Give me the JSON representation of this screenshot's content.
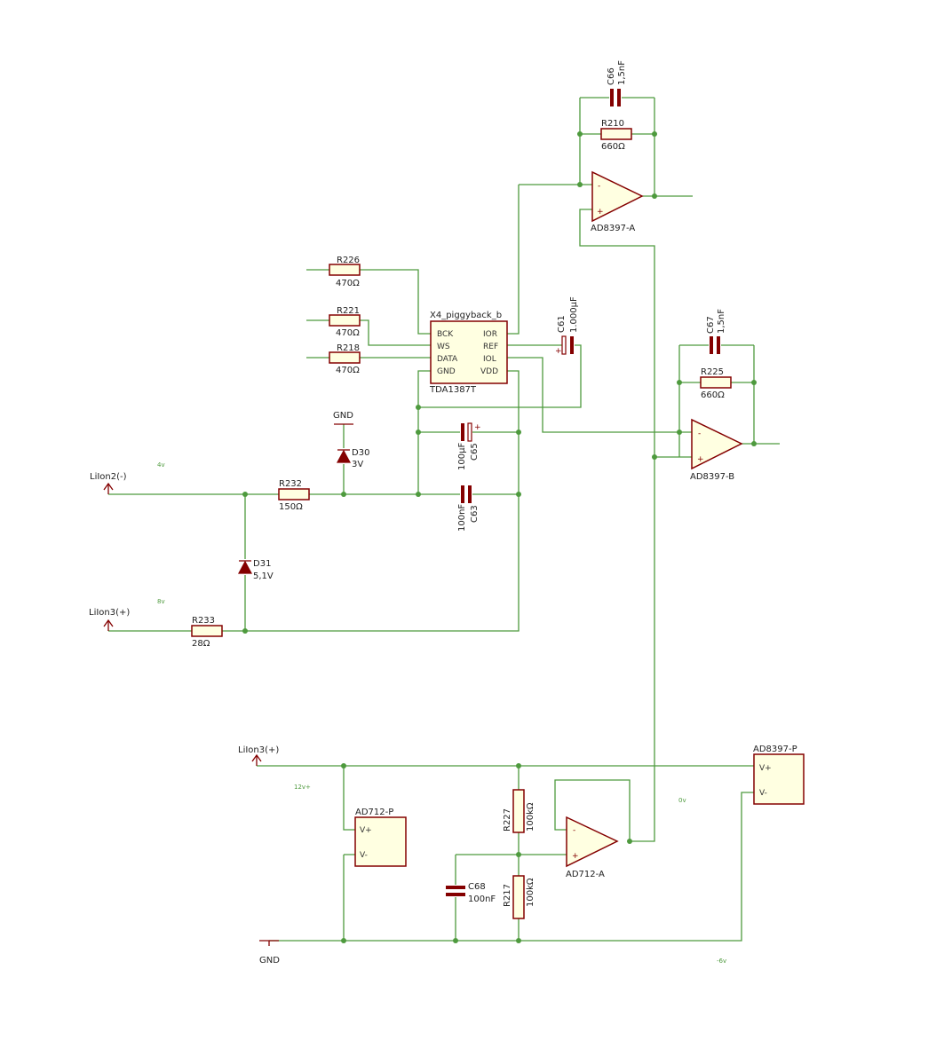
{
  "resistors": {
    "r226": {
      "ref": "R226",
      "value": "470Ω"
    },
    "r221": {
      "ref": "R221",
      "value": "470Ω"
    },
    "r218": {
      "ref": "R218",
      "value": "470Ω"
    },
    "r210": {
      "ref": "R210",
      "value": "660Ω"
    },
    "r225": {
      "ref": "R225",
      "value": "660Ω"
    },
    "r232": {
      "ref": "R232",
      "value": "150Ω"
    },
    "r233": {
      "ref": "R233",
      "value": "28Ω"
    },
    "r227": {
      "ref": "R227",
      "value": "100kΩ"
    },
    "r217": {
      "ref": "R217",
      "value": "100kΩ"
    }
  },
  "capacitors": {
    "c66": {
      "ref": "C66",
      "value": "1,5nF"
    },
    "c67": {
      "ref": "C67",
      "value": "1,5nF"
    },
    "c61": {
      "ref": "C61",
      "value": "1.000µF"
    },
    "c65": {
      "ref": "C65",
      "value": "100µF"
    },
    "c63": {
      "ref": "C63",
      "value": "100nF"
    },
    "c68": {
      "ref": "C68",
      "value": "100nF"
    }
  },
  "diodes": {
    "d30": {
      "ref": "D30",
      "value": "3V"
    },
    "d31": {
      "ref": "D31",
      "value": "5,1V"
    }
  },
  "ic_tda": {
    "name": "X4_piggyback_b",
    "part": "TDA1387T",
    "pins_left": [
      "BCK",
      "WS",
      "DATA",
      "GND"
    ],
    "pins_right": [
      "IOR",
      "REF",
      "IOL",
      "VDD"
    ]
  },
  "opamps": {
    "a": {
      "name": "AD8397-A"
    },
    "b": {
      "name": "AD8397-B"
    },
    "c": {
      "name": "AD712-A"
    },
    "minus": "-",
    "plus": "+"
  },
  "power_units": {
    "ad712p": {
      "name": "AD712-P",
      "vp": "V+",
      "vm": "V-"
    },
    "ad8397p": {
      "name": "AD8397-P",
      "vp": "V+",
      "vm": "V-"
    }
  },
  "ports": {
    "liion2_minus": "LiIon2(-)",
    "liion3_plus_a": "LiIon3(+)",
    "liion3_plus_b": "LiIon3(+)",
    "gnd_top": "GND",
    "gnd_bottom": "GND"
  },
  "net_labels": {
    "v4": "4v",
    "v8": "8v",
    "v12": "12v+",
    "v0": "0v",
    "vneg6": "-6v"
  }
}
